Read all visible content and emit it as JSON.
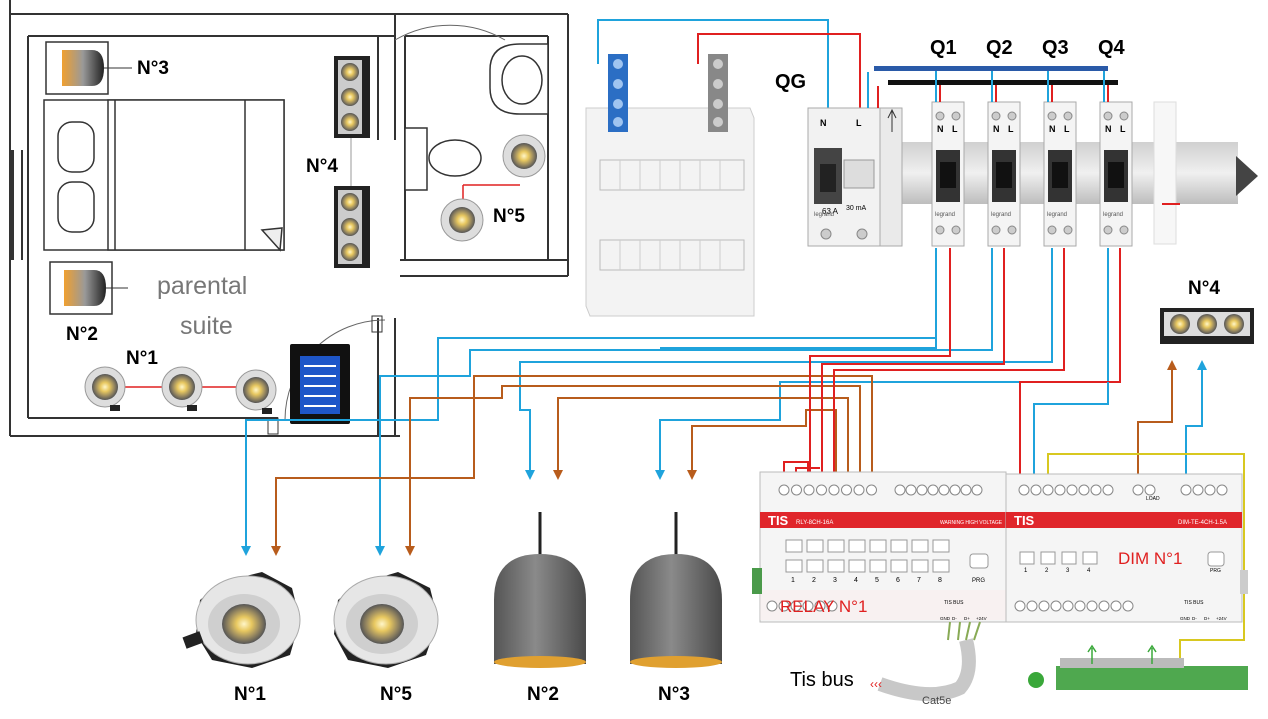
{
  "floorplan": {
    "room_label_1": "parental",
    "room_label_2": "suite",
    "labels": {
      "n3": "N°3",
      "n2": "N°2",
      "n1": "N°1",
      "n4": "N°4",
      "n5": "N°5"
    }
  },
  "panel": {
    "main_breaker": "QG",
    "breakers": [
      "Q1",
      "Q2",
      "Q3",
      "Q4"
    ],
    "terminal_n": "N",
    "terminal_l": "L",
    "rating": "63 A",
    "sensitivity": "30 mA",
    "brand": "legrand"
  },
  "relay": {
    "brand": "TIS",
    "model": "RLY-8CH-16A",
    "warning": "WARNING HIGH VOLTAGE",
    "name": "RELAY N°1",
    "channels": [
      "1",
      "2",
      "3",
      "4",
      "5",
      "6",
      "7",
      "8"
    ],
    "prg": "PRG",
    "bus_title": "TIS BUS",
    "bus_pins": [
      "GND",
      "D-",
      "D+",
      "+24V"
    ]
  },
  "dimmer": {
    "brand": "TIS",
    "model": "DIM-TE-4CH-1.5A",
    "name": "DIM N°1",
    "channels": [
      "1",
      "2",
      "3",
      "4"
    ],
    "prg": "PRG",
    "load": "LOAD",
    "bus_title": "TIS BUS",
    "bus_pins": [
      "GND",
      "D-",
      "D+",
      "+24V"
    ]
  },
  "bus": {
    "label": "Tis bus",
    "cable": "Cat5e"
  },
  "fixtures": {
    "n4_top": "N°4",
    "bottom": [
      "N°1",
      "N°5",
      "N°2",
      "N°3"
    ]
  },
  "colors": {
    "neutral": "#1fa3dc",
    "live": "#e02020",
    "switched": "#b85c1c",
    "bus": "#d8c820",
    "busbar": "#2a5aa8"
  }
}
